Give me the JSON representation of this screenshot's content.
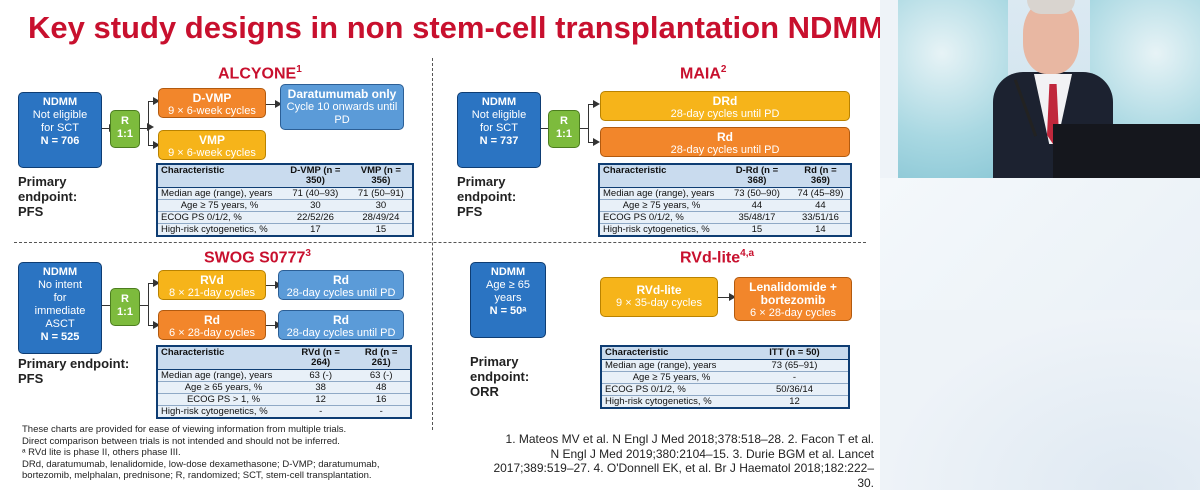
{
  "title": "Key study designs in non stem-cell transplantation NDMM",
  "alcyone": {
    "name": "ALCYONE",
    "sup": "1",
    "ndmm": {
      "title": "NDMM",
      "lines": [
        "Not eligible",
        "for SCT"
      ],
      "n": "N = 706"
    },
    "rand": [
      "R",
      "1:1"
    ],
    "arm1": {
      "title": "D-VMP",
      "desc": "9 × 6-week cycles"
    },
    "arm1b": {
      "title": "Daratumumab only",
      "desc": "Cycle 10 onwards until PD"
    },
    "arm2": {
      "title": "VMP",
      "desc": "9 × 6-week cycles"
    },
    "endpoint": [
      "Primary",
      "endpoint:",
      "PFS"
    ],
    "table": {
      "headers": [
        "Characteristic",
        "D-VMP (n = 350)",
        "VMP (n = 356)"
      ],
      "rows": [
        [
          "Median age (range), years",
          "71 (40–93)",
          "71 (50–91)"
        ],
        [
          "Age ≥ 75 years, %",
          "30",
          "30"
        ],
        [
          "ECOG PS 0/1/2, %",
          "22/52/26",
          "28/49/24"
        ],
        [
          "High-risk cytogenetics, %",
          "17",
          "15"
        ]
      ]
    }
  },
  "maia": {
    "name": "MAIA",
    "sup": "2",
    "ndmm": {
      "title": "NDMM",
      "lines": [
        "Not eligible",
        "for SCT"
      ],
      "n": "N = 737"
    },
    "rand": [
      "R",
      "1:1"
    ],
    "arm1": {
      "title": "DRd",
      "desc": "28-day cycles until PD"
    },
    "arm2": {
      "title": "Rd",
      "desc": "28-day cycles until PD"
    },
    "endpoint": [
      "Primary",
      "endpoint:",
      "PFS"
    ],
    "table": {
      "headers": [
        "Characteristic",
        "D-Rd (n = 368)",
        "Rd (n = 369)"
      ],
      "rows": [
        [
          "Median age (range), years",
          "73 (50–90)",
          "74 (45–89)"
        ],
        [
          "Age ≥ 75 years, %",
          "44",
          "44"
        ],
        [
          "ECOG PS 0/1/2, %",
          "35/48/17",
          "33/51/16"
        ],
        [
          "High-risk cytogenetics, %",
          "15",
          "14"
        ]
      ]
    }
  },
  "swog": {
    "name": "SWOG S0777",
    "sup": "3",
    "ndmm": {
      "title": "NDMM",
      "lines": [
        "No intent",
        "for",
        "immediate",
        "ASCT"
      ],
      "n": "N = 525"
    },
    "rand": [
      "R",
      "1:1"
    ],
    "arm1": {
      "title": "RVd",
      "desc": "8 × 21-day cycles"
    },
    "arm1b": {
      "title": "Rd",
      "desc": "28-day cycles until PD"
    },
    "arm2": {
      "title": "Rd",
      "desc": "6 × 28-day cycles"
    },
    "arm2b": {
      "title": "Rd",
      "desc": "28-day cycles until PD"
    },
    "endpoint": [
      "Primary endpoint:",
      "PFS"
    ],
    "table": {
      "headers": [
        "Characteristic",
        "RVd (n = 264)",
        "Rd (n = 261)"
      ],
      "rows": [
        [
          "Median age (range), years",
          "63 (-)",
          "63 (-)"
        ],
        [
          "Age ≥ 65 years, %",
          "38",
          "48"
        ],
        [
          "ECOG PS > 1, %",
          "12",
          "16"
        ],
        [
          "High-risk cytogenetics, %",
          "-",
          "-"
        ]
      ]
    }
  },
  "rvdlite": {
    "name": "RVd-lite",
    "sup": "4,a",
    "ndmm": {
      "title": "NDMM",
      "lines": [
        "Age ≥ 65",
        "years"
      ],
      "n": "N = 50ᵃ"
    },
    "arm1": {
      "title": "RVd-lite",
      "desc": "9 × 35-day cycles"
    },
    "arm1b": {
      "title": "Lenalidomide + bortezomib",
      "desc": "6 × 28-day cycles"
    },
    "endpoint": [
      "Primary",
      "endpoint:",
      "ORR"
    ],
    "table": {
      "headers": [
        "Characteristic",
        "ITT (n = 50)"
      ],
      "rows": [
        [
          "Median age (range), years",
          "73 (65–91)"
        ],
        [
          "Age ≥ 75 years, %",
          "-"
        ],
        [
          "ECOG PS 0/1/2, %",
          "50/36/14"
        ],
        [
          "High-risk cytogenetics, %",
          "12"
        ]
      ]
    }
  },
  "footnotes": [
    "These charts are provided for ease of viewing information from multiple trials.",
    "Direct comparison between trials is not intended and should not be inferred.",
    "ᵃ RVd lite is phase II, others phase III.",
    "DRd, daratumumab, lenalidomide, low-dose dexamethasone; D-VMP; daratumumab,",
    "bortezomib, melphalan, prednisone; R, randomized; SCT, stem-cell transplantation."
  ],
  "references": [
    "1. Mateos MV et al. N Engl J Med 2018;378:518–28. 2. Facon T et al.",
    "N Engl J Med 2019;380:2104–15. 3. Durie BGM et al. Lancet",
    "2017;389:519–27. 4. O'Donnell EK, et al. Br J Haematol 2018;182:222–30."
  ],
  "colors": {
    "title": "#c8102e",
    "ndmm": "#2b74c2",
    "rand": "#7dbb3d",
    "orange": "#f2862b",
    "yellow": "#f6b41a",
    "lightblue": "#5b9bd8"
  }
}
